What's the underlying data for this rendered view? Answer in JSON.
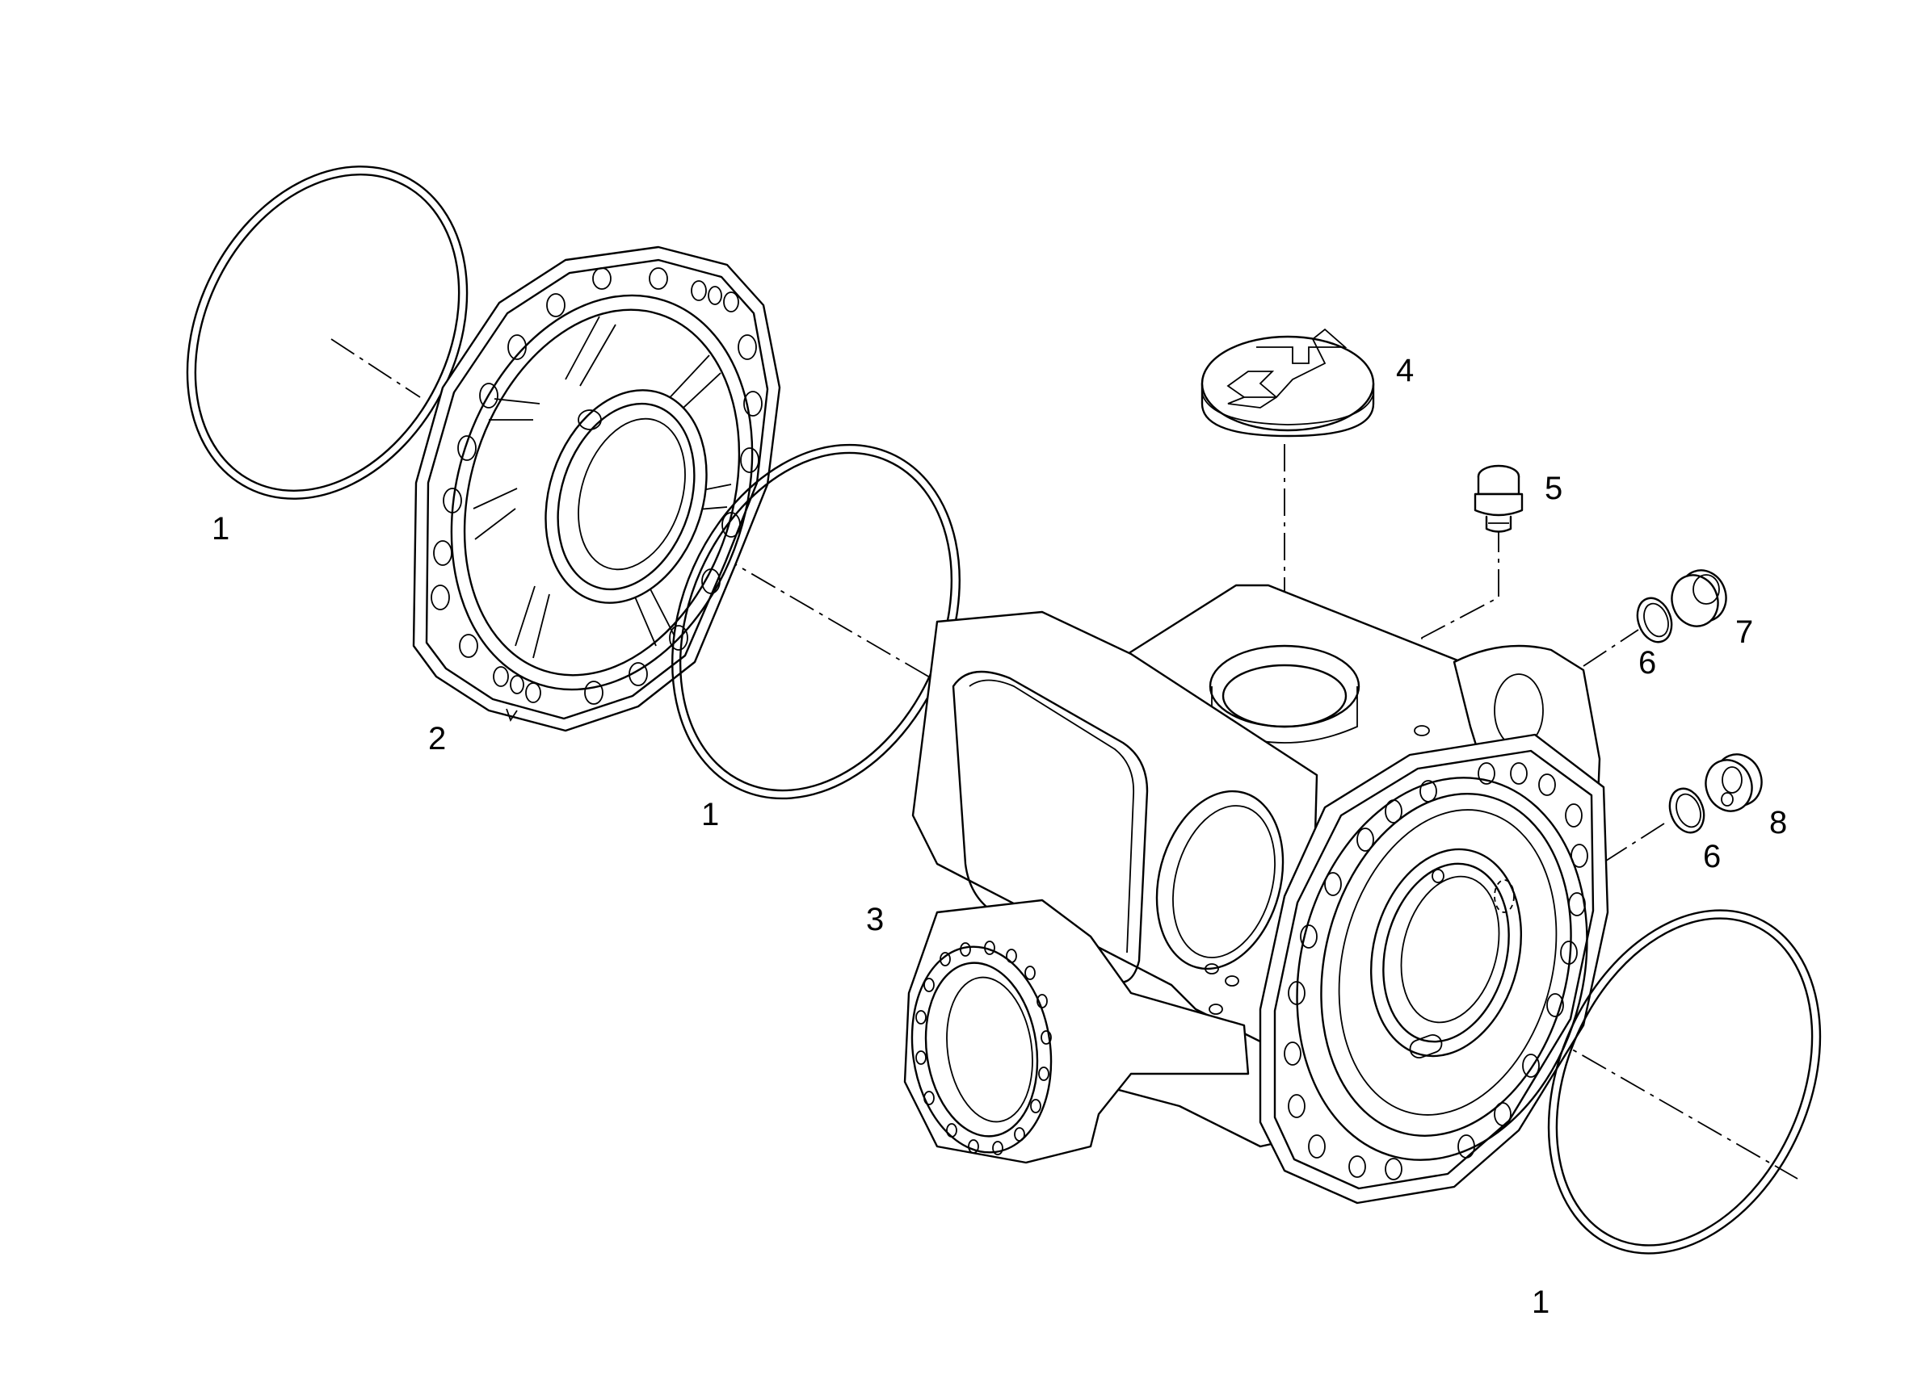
{
  "callouts": {
    "c1_top_left": "1",
    "c2": "2",
    "c1_middle": "1",
    "c3": "3",
    "c4": "4",
    "c5": "5",
    "c6_upper": "6",
    "c7": "7",
    "c6_lower": "6",
    "c8": "8",
    "c1_bottom_right": "1"
  },
  "parts": [
    {
      "callout": "1",
      "icon": "o-ring-icon"
    },
    {
      "callout": "2",
      "icon": "bearing-cover-icon"
    },
    {
      "callout": "3",
      "icon": "axle-housing-icon"
    },
    {
      "callout": "4",
      "icon": "cap-with-logo-icon"
    },
    {
      "callout": "5",
      "icon": "breather-valve-icon"
    },
    {
      "callout": "6",
      "icon": "sealing-ring-icon"
    },
    {
      "callout": "7",
      "icon": "screw-plug-icon"
    },
    {
      "callout": "8",
      "icon": "magnetic-screw-plug-icon"
    }
  ],
  "colors": {
    "line": "#000000",
    "background": "#ffffff"
  }
}
